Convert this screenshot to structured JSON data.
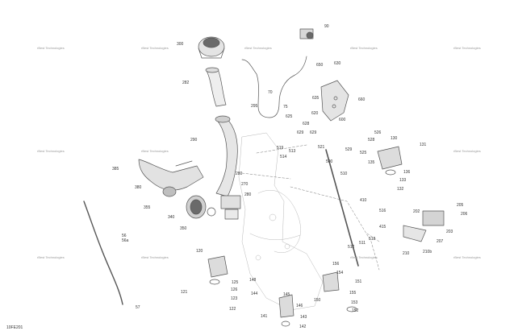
{
  "diagram": {
    "code": "10FE201",
    "watermark": "rBest Technologies",
    "line_color": "#555555",
    "part_fill": "#e4e4e4",
    "part_dark": "#6a6a6a",
    "labels": {
      "l300": "300",
      "l90": "90",
      "l650": "650",
      "l630": "630",
      "l282": "282",
      "l70": "70",
      "l635": "635",
      "l660": "660",
      "l75": "75",
      "l295": "295",
      "l625": "625",
      "l620": "620",
      "l600": "600",
      "l290": "290",
      "l628": "628",
      "l629": "629",
      "l526": "526",
      "l528": "528",
      "l130": "130",
      "l131": "131",
      "l519": "519",
      "l513": "513",
      "l514": "514",
      "l529": "529",
      "l521": "521",
      "l525": "525",
      "l135": "135",
      "l500": "500",
      "l136": "136",
      "l133": "133",
      "l132": "132",
      "l385": "385",
      "l380": "380",
      "l270": "270",
      "l280": "280",
      "l280b": "280",
      "l510": "510",
      "l410": "410",
      "l355": "355",
      "l340": "340",
      "l350": "350",
      "l516": "516",
      "l415": "415",
      "l205": "205",
      "l206": "206",
      "l203": "203",
      "l202": "202",
      "l207": "207",
      "l518": "518",
      "l56": "56",
      "l56a": "56a",
      "l511": "511",
      "l512": "512",
      "l120": "120",
      "l210": "210",
      "l210b": "210b",
      "l125": "125",
      "l126": "126",
      "l121": "121",
      "l123": "123",
      "l122": "122",
      "l148": "148",
      "l144": "144",
      "l156": "156",
      "l154": "154",
      "l151": "151",
      "l150": "150",
      "l155": "155",
      "l153": "153",
      "l152": "152",
      "l141": "141",
      "l143": "143",
      "l146": "146",
      "l142": "142",
      "l145": "145",
      "l57": "57"
    }
  }
}
